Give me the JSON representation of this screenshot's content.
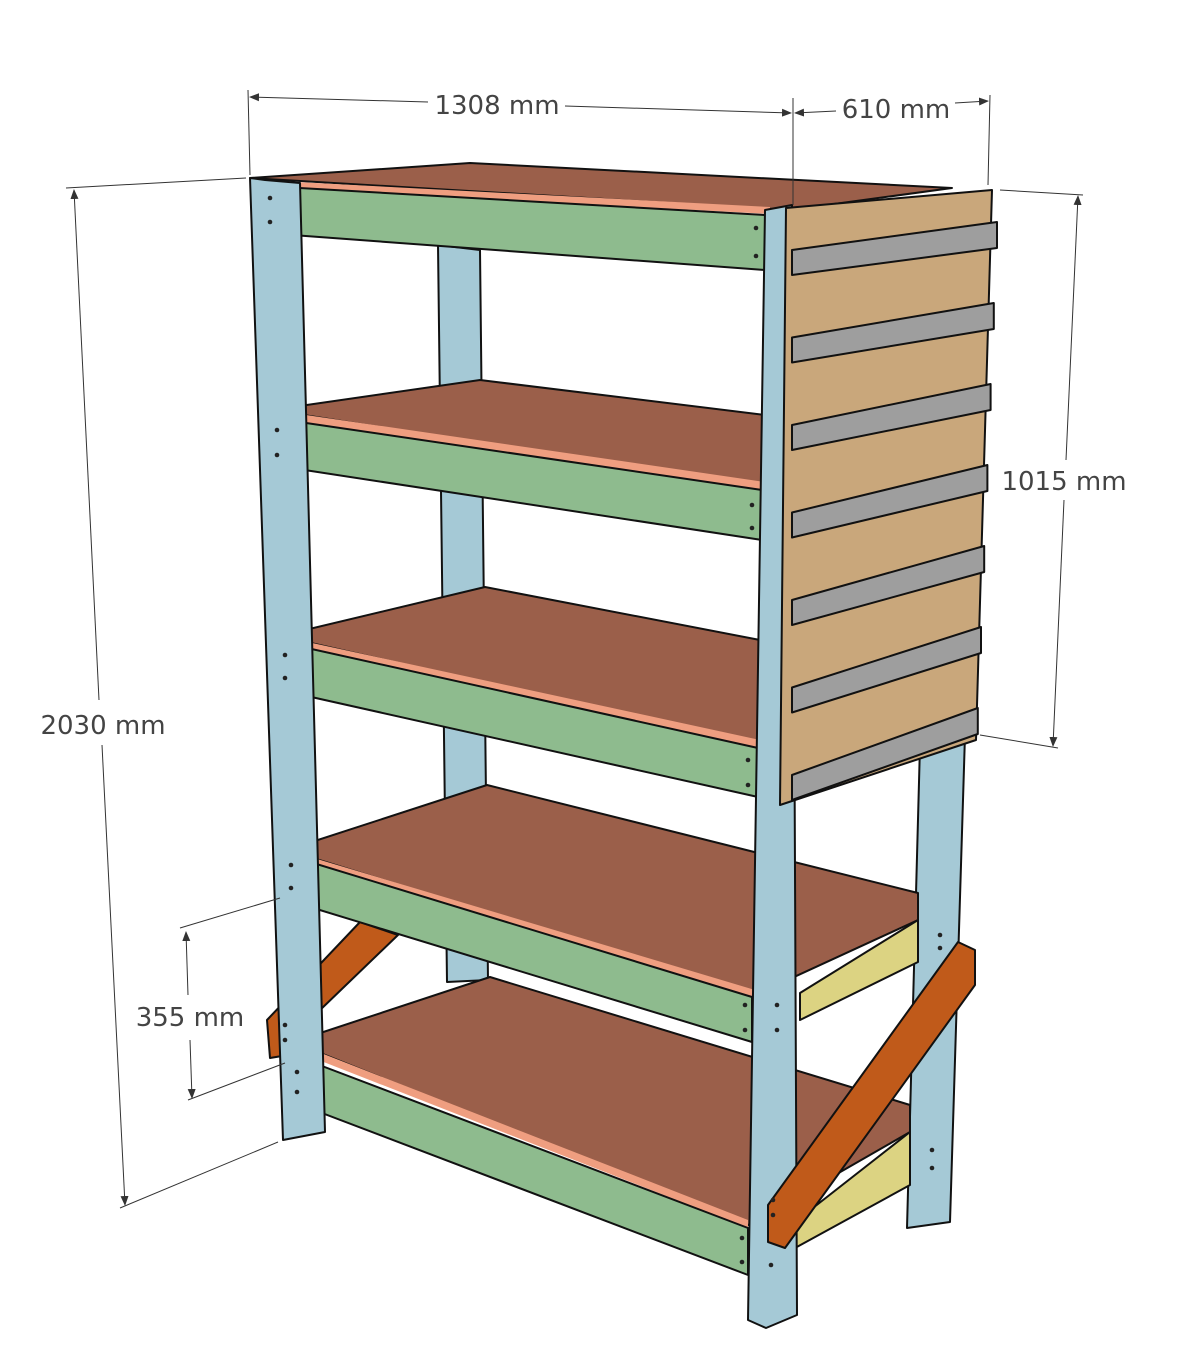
{
  "dimensions": {
    "width": "1308 mm",
    "depth": "610 mm",
    "height": "2030 mm",
    "side_panel_height": "1015 mm",
    "bottom_shelf_spacing": "355 mm"
  },
  "colors": {
    "leg": "#a5c9d6",
    "apron": "#8ebb8e",
    "shelf": "#9b5f4a",
    "shelf_edge": "#ef9e80",
    "side_panel": "#c9a77b",
    "rail": "#9e9e9e",
    "brace": "#c05a1a",
    "side_rail": "#dcd382"
  }
}
